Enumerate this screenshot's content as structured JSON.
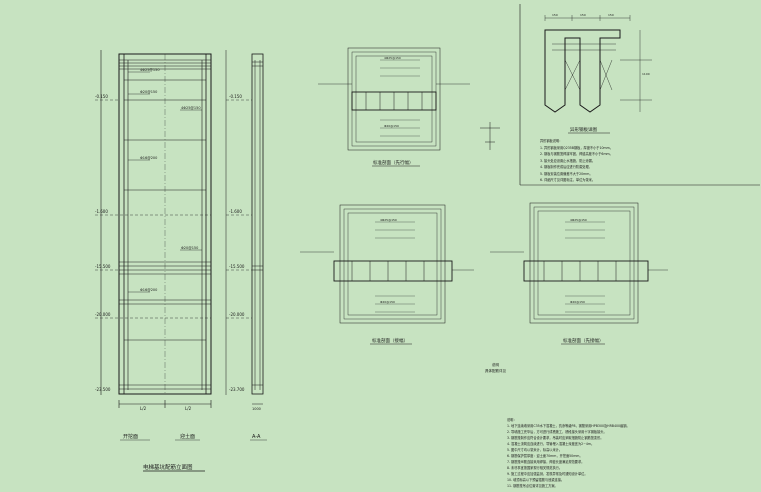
{
  "titles": {
    "main_elevation": "电梯基坑配筋立面图",
    "section_a": "标准剖面（先行幅）",
    "section_b": "标准剖面（接幅）",
    "section_c": "标准剖面（先接幅）",
    "detail": "异形钢板详图",
    "left_label": "开挖面",
    "right_label": "迎土面",
    "section_mark": "A-A",
    "note_mark_1": "说明",
    "note_mark_2": "具体配筋详见",
    "dim_1": "L/2",
    "dim_2": "L/2",
    "dim_side": "1000"
  },
  "elevations": [
    "-0.150",
    "-1.600",
    "-15.500",
    "-20.000",
    "-23.500",
    "-23.700"
  ],
  "rebar_labels": [
    "4Φ25@150",
    "Φ20@150",
    "Φ16@200",
    "4Φ25@150",
    "Φ20@150",
    "Φ16@200"
  ],
  "detail_dims": [
    "150",
    "150",
    "150",
    "1100"
  ],
  "notes_bottom": [
    "说明：",
    "1. 地下连续墙采用C35水下混凝土，抗渗等级P8，钢筋采用HPB300及HRB400级钢。",
    "2. 导墙施工完毕后，方可进行成槽施工，槽段接头采用十字钢板接头。",
    "3. 钢筋笼制作应符合设计要求，吊装时应采取措施防止钢筋笼变形。",
    "4. 混凝土浇筑应连续进行，导管埋入混凝土深度宜为2~4m。",
    "5. 图中尺寸均以毫米计，标高以米计。",
    "6. 钢筋保护层厚度：迎土面70mm，开挖面50mm。",
    "7. 钢筋笼纵筋连接采用焊接，焊缝长度满足规范要求。",
    "8. 未尽事宜按国家现行相关规范执行。",
    "9. 施工过程中应加强监测，发现异常及时通知设计单位。",
    "10. 墙顶标高以下预留插筋与冠梁连接。",
    "11. 钢筋笼吊点位置详见施工方案。"
  ],
  "notes_detail": [
    "异形钢板说明：",
    "1. 异形钢板采用Q235B钢板，厚度不小于10mm。",
    "2. 钢板与钢筋笼焊接牢固，焊缝高度不小于6mm。",
    "3. 接头处应设置止水措施，防止渗漏。",
    "4. 钢板制作完成后应进行防腐处理。",
    "5. 钢板安装位置偏差不大于20mm。",
    "6. 详细尺寸见详图标注，单位为毫米。"
  ]
}
